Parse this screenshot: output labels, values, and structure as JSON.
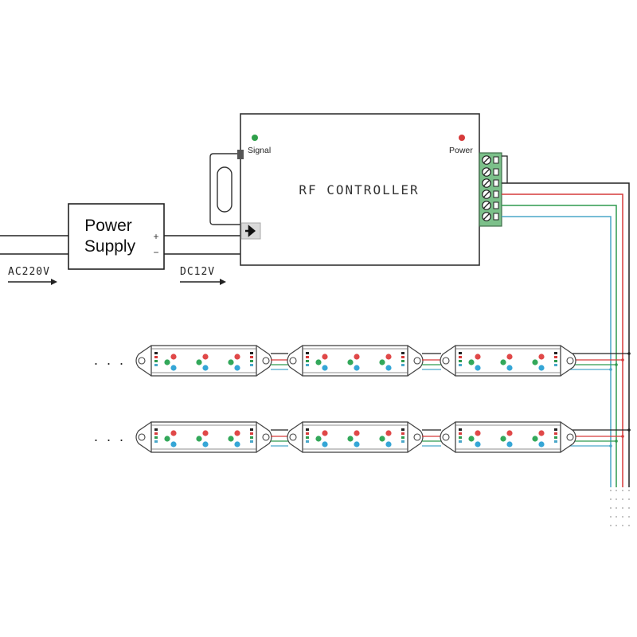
{
  "power_supply": {
    "label_line1": "Power",
    "label_line2": "Supply",
    "plus": "+",
    "minus": "−"
  },
  "inputs": {
    "ac_label": "AC220V",
    "dc_label": "DC12V"
  },
  "controller": {
    "title": "RF CONTROLLER",
    "signal_label": "Signal",
    "power_label": "Power"
  },
  "strips": {
    "ellipsis": ". . ."
  },
  "colors": {
    "wire_black": "#222222",
    "wire_red": "#d63a3a",
    "wire_green": "#2f9a4f",
    "wire_blue": "#4aa7c9",
    "terminal_green": "#7cc08a",
    "signal_led": "#2fa04a",
    "power_led": "#d63a3a",
    "led_red": "#e04848",
    "led_green": "#33a85a",
    "led_blue": "#35a6d6"
  },
  "icons": {
    "arrow": "right-arrow-icon",
    "screw": "screw-terminal-icon"
  }
}
